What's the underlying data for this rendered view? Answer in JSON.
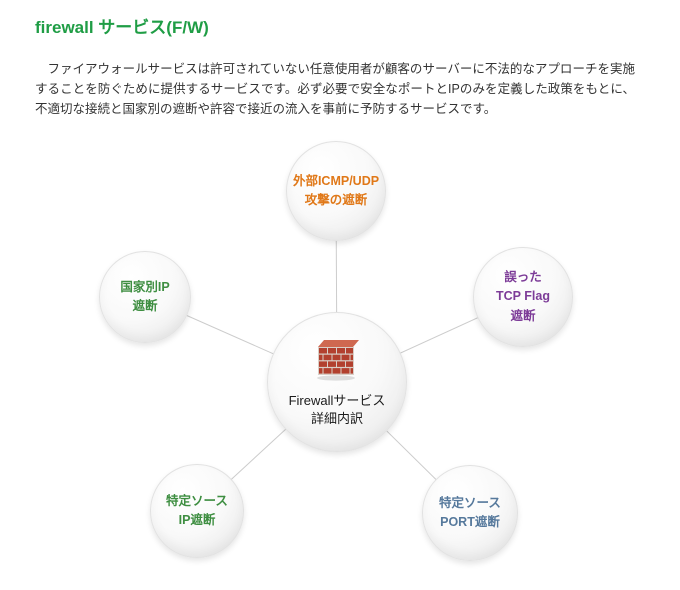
{
  "header": {
    "title": "firewall サービス(F/W)"
  },
  "intro": {
    "text": "　ファイアウォールサービスは許可されていない任意使用者が顧客のサーバーに不法的なアプローチを実施することを防ぐために提供するサービスです。必ず必要で安全なポートとIPのみを定義した政策をもとに、不適切な接続と国家別の遮断や許容で接近の流入を事前に予防するサービスです。"
  },
  "diagram": {
    "center": {
      "icon": "brick-wall-icon",
      "lines": [
        "Firewallサービス",
        "詳細内訳"
      ]
    },
    "nodes": [
      {
        "id": "external-icmp-udp",
        "lines": [
          "外部ICMP/UDP",
          "攻撃の遮断"
        ],
        "color": "#e07818"
      },
      {
        "id": "country-ip",
        "lines": [
          "国家別IP",
          "遮断"
        ],
        "color": "#3e8e41"
      },
      {
        "id": "tcp-flag",
        "lines": [
          "誤った",
          "TCP Flag",
          "遮断"
        ],
        "color": "#7d3c98"
      },
      {
        "id": "source-ip",
        "lines": [
          "特定ソース",
          "IP遮断"
        ],
        "color": "#3e8e41"
      },
      {
        "id": "source-port",
        "lines": [
          "特定ソース",
          "PORT遮断"
        ],
        "color": "#56799c"
      }
    ],
    "colors": {
      "title": "#1f9d45",
      "connector": "#cccccc",
      "center_text": "#1c1c1c"
    }
  }
}
